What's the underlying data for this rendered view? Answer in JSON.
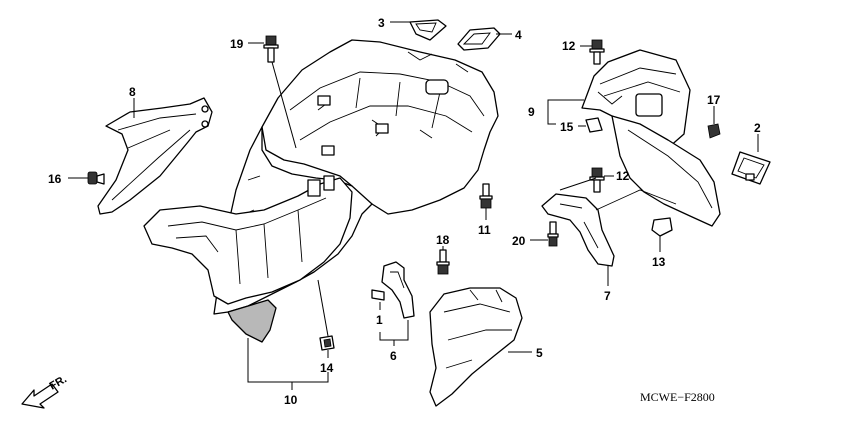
{
  "diagram_code": "MCWE−F2800",
  "direction_label": "FR.",
  "callouts": [
    {
      "id": "1",
      "text": "1"
    },
    {
      "id": "2",
      "text": "2"
    },
    {
      "id": "3",
      "text": "3"
    },
    {
      "id": "4",
      "text": "4"
    },
    {
      "id": "5",
      "text": "5"
    },
    {
      "id": "6",
      "text": "6"
    },
    {
      "id": "7",
      "text": "7"
    },
    {
      "id": "8",
      "text": "8"
    },
    {
      "id": "9",
      "text": "9"
    },
    {
      "id": "10",
      "text": "10"
    },
    {
      "id": "11",
      "text": "11"
    },
    {
      "id": "12a",
      "text": "12"
    },
    {
      "id": "12b",
      "text": "12"
    },
    {
      "id": "13",
      "text": "13"
    },
    {
      "id": "14",
      "text": "14"
    },
    {
      "id": "15",
      "text": "15"
    },
    {
      "id": "16",
      "text": "16"
    },
    {
      "id": "17",
      "text": "17"
    },
    {
      "id": "18",
      "text": "18"
    },
    {
      "id": "19",
      "text": "19"
    },
    {
      "id": "20",
      "text": "20"
    }
  ]
}
